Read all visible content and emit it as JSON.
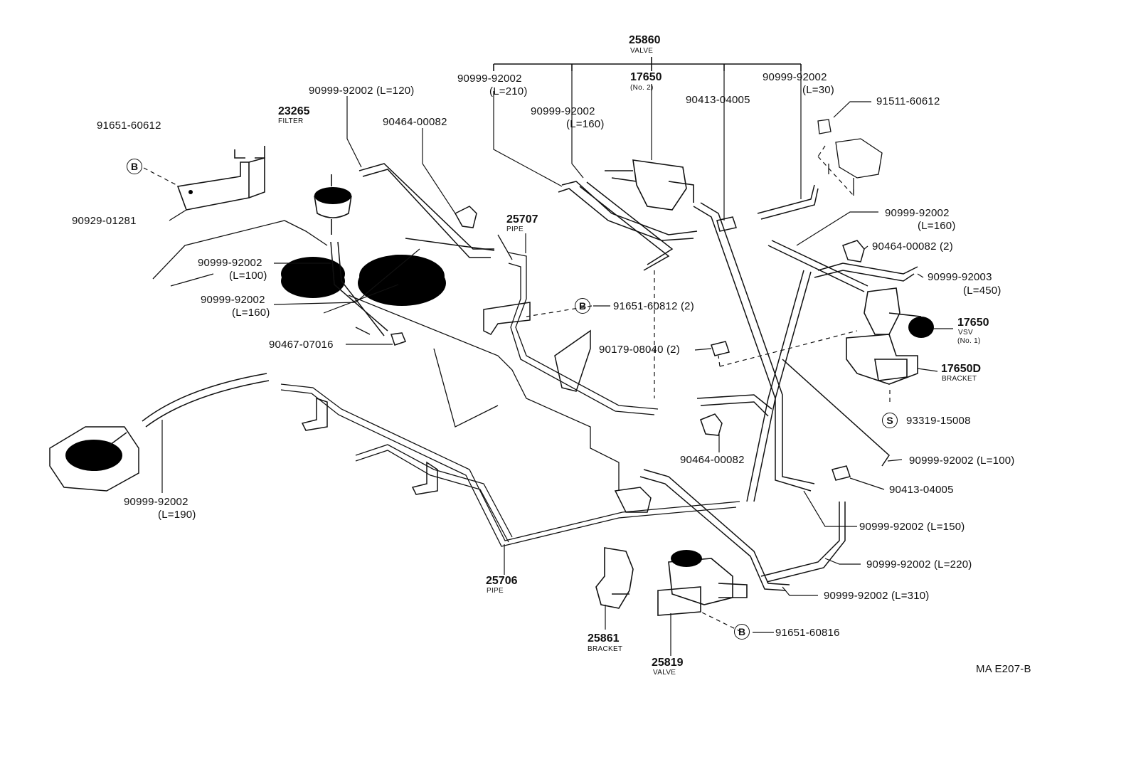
{
  "labels": {
    "valve_25860": "25860",
    "valve_25860_sub": "VALVE",
    "hose_l210": "90999-92002",
    "hose_l210_len": "(L=210)",
    "vsv_17650_no2": "17650",
    "vsv_17650_no2_sub": "(No. 2)",
    "hose_l30": "90999-92002",
    "hose_l30_len": "(L=30)",
    "hose_l120": "90999-92002 (L=120)",
    "hose_l160_top": "90999-92002",
    "hose_l160_top_len": "(L=160)",
    "tee_90413_top": "90413-04005",
    "bolt_91511": "91511-60612",
    "bolt_91651_tl": "91651-60612",
    "filter_23265": "23265",
    "filter_23265_sub": "FILTER",
    "clamp_90464_top": "90464-00082",
    "bracket_90929": "90929-01281",
    "pipe_25707": "25707",
    "pipe_25707_sub": "PIPE",
    "hose_l100_left": "90999-92002",
    "hose_l100_left_len": "(L=100)",
    "hose_l160_left": "90999-92002",
    "hose_l160_left_len": "(L=160)",
    "clip_90467": "90467-07016",
    "bolt_91651_mid": "91651-60812 (2)",
    "grommet_90179": "90179-08040 (2)",
    "hose_l160_right": "90999-92002",
    "hose_l160_right_len": "(L=160)",
    "clamp_90464_right": "90464-00082 (2)",
    "hose_92003_l450": "90999-92003",
    "hose_92003_l450_len": "(L=450)",
    "vsv_17650_no1": "17650",
    "vsv_17650_no1_sub1": "VSV",
    "vsv_17650_no1_sub2": "(No. 1)",
    "bracket_17650d": "17650D",
    "bracket_17650d_sub": "BRACKET",
    "screw_93319": "93319-15008",
    "clamp_90464_low": "90464-00082",
    "hose_l100_right": "90999-92002 (L=100)",
    "tee_90413_low": "90413-04005",
    "hose_l150": "90999-92002 (L=150)",
    "hose_l220": "90999-92002 (L=220)",
    "hose_l310": "90999-92002 (L=310)",
    "hose_l190": "90999-92002",
    "hose_l190_len": "(L=190)",
    "pipe_25706": "25706",
    "pipe_25706_sub": "PIPE",
    "bolt_91651_low": "91651-60816",
    "bracket_25861": "25861",
    "bracket_25861_sub": "BRACKET",
    "valve_25819": "25819",
    "valve_25819_sub": "VALVE",
    "diagram_code": "MA E207-B"
  },
  "markers": {
    "b": "B",
    "s": "S"
  }
}
